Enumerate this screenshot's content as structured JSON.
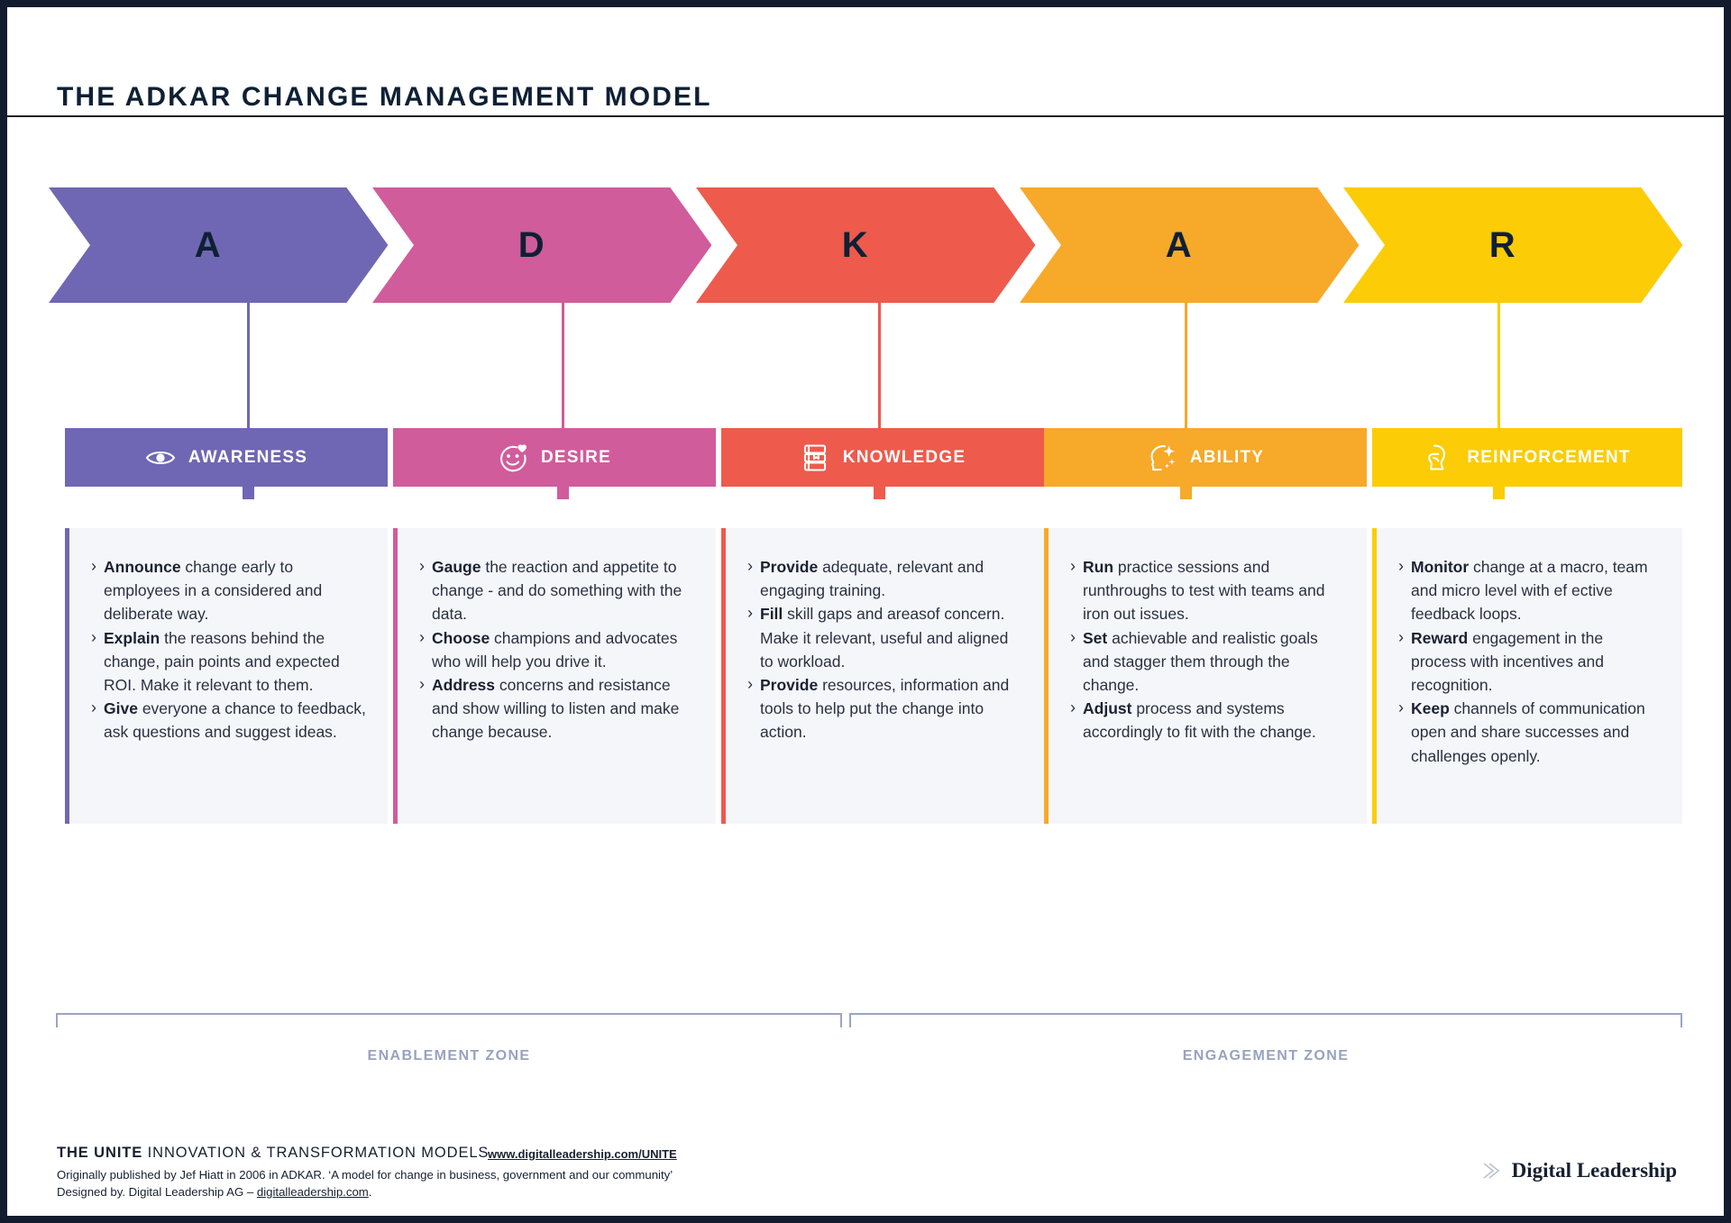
{
  "header": {
    "title": "THE ADKAR CHANGE MANAGEMENT MODEL"
  },
  "colors": {
    "awareness": "#6F67B3",
    "desire": "#D15C9B",
    "knowledge": "#EE5A4C",
    "ability": "#F7A929",
    "reinforcement": "#FCCC06",
    "ink": "#0f2035",
    "panel": "#f5f6fa",
    "zone": "#97a2bf"
  },
  "stages": [
    {
      "letter": "A",
      "label": "AWARENESS",
      "icon": "eye-icon",
      "color": "#6F67B3",
      "bullets": [
        {
          "lead": "Announce",
          "text": " change early to employees in a considered and deliberate way."
        },
        {
          "lead": "Explain",
          "text": " the reasons behind the change, pain points and expected ROI. Make it relevant to them."
        },
        {
          "lead": "Give",
          "text": " everyone a chance to feedback, ask questions and suggest ideas."
        }
      ]
    },
    {
      "letter": "D",
      "label": "DESIRE",
      "icon": "smiley-heart-icon",
      "color": "#D15C9B",
      "bullets": [
        {
          "lead": "Gauge",
          "text": " the reaction and appetite to change - and do something with the data."
        },
        {
          "lead": "Choose",
          "text": " champions and advocates who will help you drive it."
        },
        {
          "lead": "Address",
          "text": " concerns and resistance and show willing to listen and make change because."
        }
      ]
    },
    {
      "letter": "K",
      "label": "KNOWLEDGE",
      "icon": "books-icon",
      "color": "#EE5A4C",
      "bullets": [
        {
          "lead": "Provide",
          "text": " adequate, relevant and engaging training."
        },
        {
          "lead": "Fill",
          "text": " skill gaps and areasof concern. Make it relevant, useful and aligned to workload."
        },
        {
          "lead": "Provide",
          "text": " resources, information and tools to help put the change into action."
        }
      ]
    },
    {
      "letter": "A",
      "label": "ABILITY",
      "icon": "head-sparkle-icon",
      "color": "#F7A929",
      "bullets": [
        {
          "lead": "Run",
          "text": " practice sessions and runthroughs to test with teams and iron out issues."
        },
        {
          "lead": "Set",
          "text": " achievable and realistic goals and stagger them through the change."
        },
        {
          "lead": "Adjust",
          "text": " process and systems accordingly to fit with the change."
        }
      ]
    },
    {
      "letter": "R",
      "label": "REINFORCEMENT",
      "icon": "bicep-icon",
      "color": "#FCCC06",
      "bullets": [
        {
          "lead": "Monitor",
          "text": " change at a macro, team and micro level with ef ective feedback loops."
        },
        {
          "lead": "Reward",
          "text": " engagement in the process with incentives and recognition."
        },
        {
          "lead": "Keep",
          "text": " channels of communication open and share successes and challenges openly."
        }
      ]
    }
  ],
  "zones": [
    {
      "label": "ENABLEMENT ZONE"
    },
    {
      "label": "ENGAGEMENT ZONE"
    }
  ],
  "footer": {
    "title_bold": "THE UNITE",
    "title_light": " INNOVATION & TRANSFORMATION MODELS",
    "url": "www.digitalleadership.com/UNITE",
    "line1": "Originally published by Jef  Hiatt in 2006 in ADKAR. ‘A model for change in business, government and our community’",
    "line2_pre": "Designed by. Digital Leadership AG – ",
    "line2_link": "digitalleadership.com",
    "line2_post": ".",
    "brand": "Digital Leadership"
  }
}
